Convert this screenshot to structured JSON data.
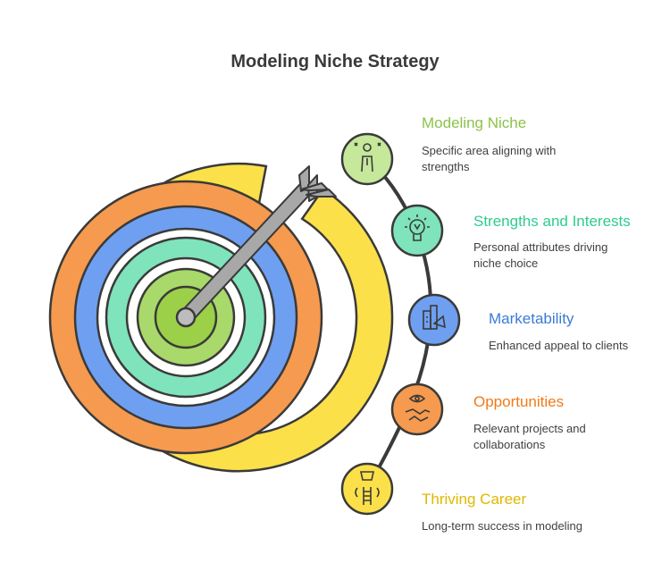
{
  "title": "Modeling Niche Strategy",
  "steps": [
    {
      "title": "Modeling Niche",
      "description": "Specific area aligning with strengths",
      "color": "#8bc34a",
      "fill": "#c5e89a",
      "icon": "person-with-stars-icon"
    },
    {
      "title": "Strengths and Interests",
      "description": "Personal attributes driving niche choice",
      "color": "#2ecc8f",
      "fill": "#7fe3bb",
      "icon": "lightbulb-icon"
    },
    {
      "title": "Marketability",
      "description": "Enhanced appeal to clients",
      "color": "#3a7bd5",
      "fill": "#6f9ff0",
      "icon": "megaphone-buildings-icon"
    },
    {
      "title": "Opportunities",
      "description": "Relevant projects and collaborations",
      "color": "#f07a1a",
      "fill": "#f59a4e",
      "icon": "handshake-eye-icon"
    },
    {
      "title": "Thriving Career",
      "description": "Long-term success in modeling",
      "color": "#e8c41a",
      "fill": "#fbe04a",
      "icon": "trophy-ladder-icon"
    }
  ],
  "colors": {
    "ring_yellow": "#fbe04a",
    "ring_orange": "#f59a4e",
    "ring_blue": "#6f9ff0",
    "ring_green": "#7fe3bb",
    "ring_lime": "#a8d96a",
    "arrow": "#a8a8a8",
    "outline": "#3a3a3a"
  }
}
